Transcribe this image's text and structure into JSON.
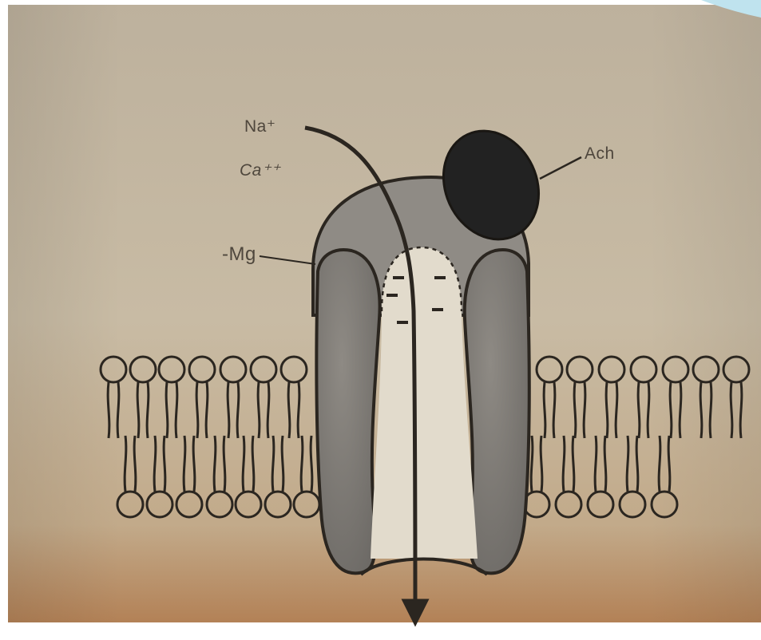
{
  "labels": {
    "na": "Na⁺",
    "ca": "Ca⁺⁺",
    "mg": "-Mg",
    "ach": "Ach"
  },
  "colors": {
    "paper": "#c9bca5",
    "paper_bottom": "#b98a60",
    "channel_outer": "#8b8780",
    "channel_inner": "#6f6c68",
    "pore": "#e3dccd",
    "ach_ball": "#222222",
    "ink": "#2b2620"
  },
  "icons": {
    "ach": "acetylcholine-molecule-icon",
    "arrow": "ion-flow-arrow-icon",
    "lipid": "phospholipid-head-icon"
  }
}
